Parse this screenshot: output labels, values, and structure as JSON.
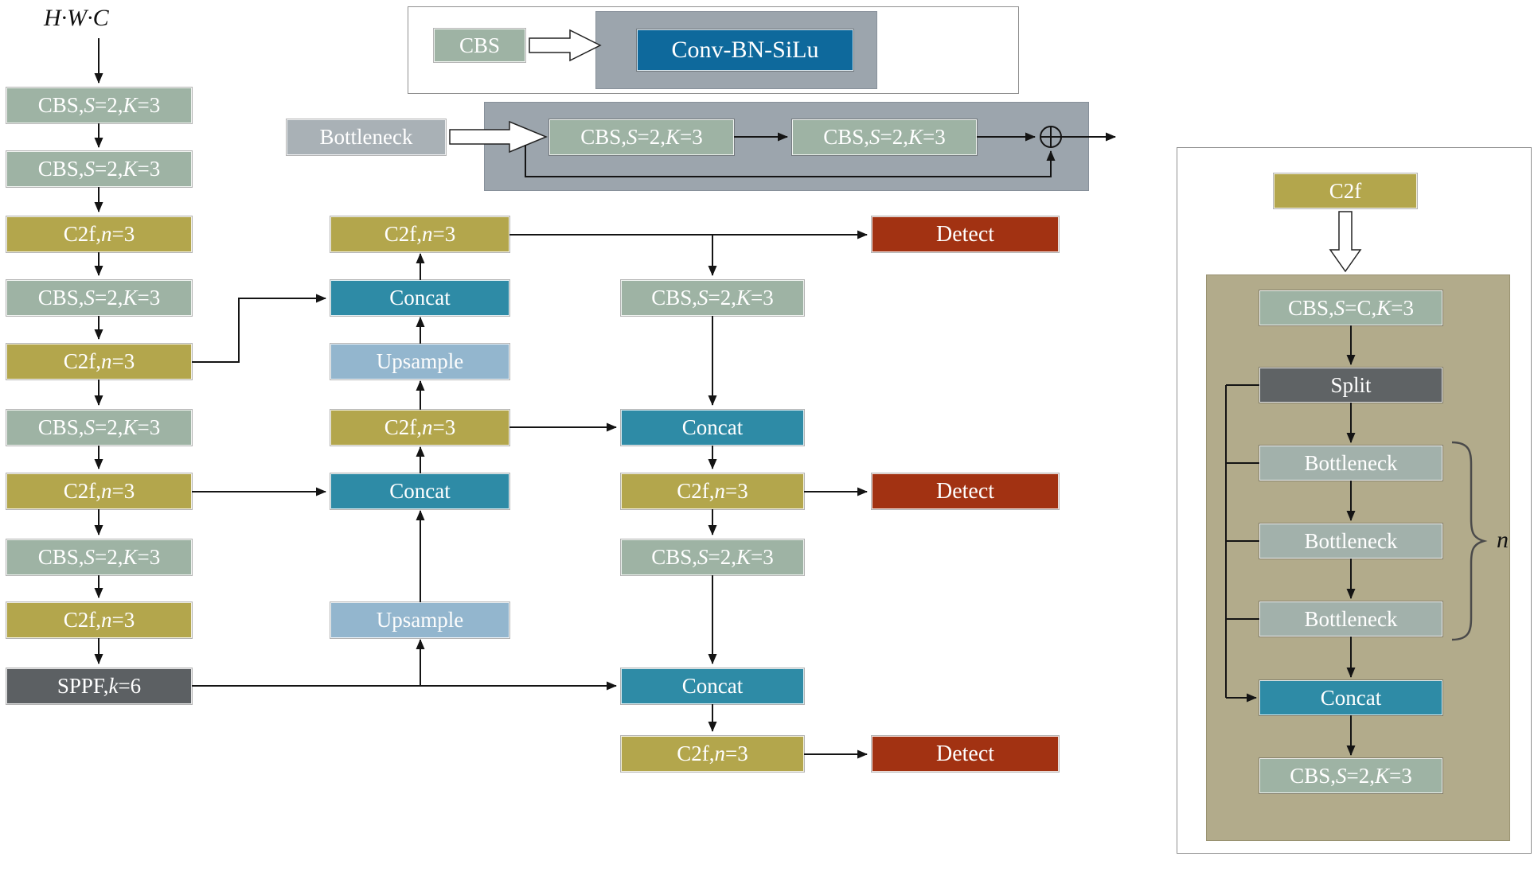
{
  "input_label": "H·W·C",
  "backbone": [
    "CBS, S=2, K=3",
    "CBS, S=2, K=3",
    "C2f, n=3",
    "CBS, S=2, K=3",
    "C2f, n=3",
    "CBS, S=2, K=3",
    "C2f, n=3",
    "CBS, S=2, K=3",
    "C2f, n=3",
    "SPPF, k=6"
  ],
  "neck": [
    "C2f, n=3",
    "Concat",
    "Upsample",
    "C2f, n=3",
    "Concat",
    "Upsample"
  ],
  "head": [
    "CBS, S=2, K=3",
    "Concat",
    "C2f, n=3",
    "CBS, S=2, K=3",
    "Concat",
    "C2f, n=3"
  ],
  "detect": [
    "Detect",
    "Detect",
    "Detect"
  ],
  "legend_cbs": {
    "trigger": "CBS",
    "expansion": "Conv-BN-SiLu"
  },
  "legend_bottleneck": {
    "trigger": "Bottleneck",
    "cbs1": "CBS, S=2, K=3",
    "cbs2": "CBS, S=2, K=3"
  },
  "c2f_legend": {
    "title": "C2f",
    "cbs_in": "CBS, S=C, K=3",
    "split": "Split",
    "bottlenecks": [
      "Bottleneck",
      "Bottleneck",
      "Bottleneck"
    ],
    "concat": "Concat",
    "cbs_out": "CBS, S=2, K=3",
    "repeat_label": "n"
  },
  "icons": {
    "sum": "circled-plus-icon"
  },
  "colors": {
    "cbs": "#9EB3A4",
    "c2f": "#B3A64C",
    "concat": "#2E8BA6",
    "upsample": "#93B6CE",
    "sppf": "#5C6063",
    "split": "#5F6365",
    "detect": "#A23212",
    "conv": "#0E699C",
    "btltrigger": "#A9B1B6",
    "btlinner": "#A2B1AB",
    "panelgray": "#9CA5AD",
    "paneltan": "#B2AB8B"
  }
}
